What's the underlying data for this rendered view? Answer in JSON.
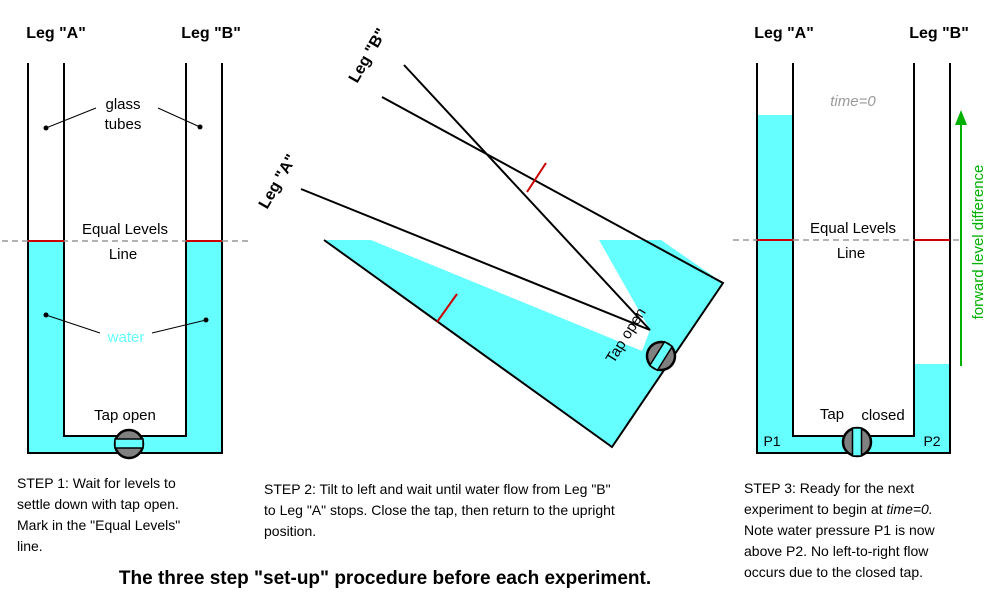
{
  "colors": {
    "water": "#66ffff",
    "tube": "#000000",
    "level_mark": "#cc0000",
    "dashed_line": "#999999",
    "arrow": "#00b000",
    "water_label": "#66ffff",
    "tap_fill": "#808080",
    "tap_bore": "#66ffff",
    "time_label": "#999999"
  },
  "panel1": {
    "leg_a": "Leg \"A\"",
    "leg_b": "Leg \"B\"",
    "glass": "glass",
    "tubes": "tubes",
    "equal_levels": "Equal Levels",
    "line": "Line",
    "water": "water",
    "tap": "Tap open",
    "step_lines": [
      "STEP 1: Wait for levels to",
      "settle down with tap open.",
      "Mark in the \"Equal Levels\"",
      "line."
    ]
  },
  "panel2": {
    "leg_a": "Leg \"A\"",
    "leg_b": "Leg \"B\"",
    "tap": "Tap open",
    "step_lines": [
      "STEP 2: Tilt to left and wait until water flow from Leg \"B\"",
      "to Leg \"A\" stops. Close the tap, then return to the upright",
      "position."
    ]
  },
  "panel3": {
    "leg_a": "Leg \"A\"",
    "leg_b": "Leg \"B\"",
    "time": "time=0",
    "equal_levels": "Equal Levels",
    "line": "Line",
    "tap": "Tap",
    "closed": "closed",
    "p1": "P1",
    "p2": "P2",
    "arrow_label": "forward level difference",
    "step_lines": [
      "STEP 3: Ready for the next",
      "experiment to begin at ",
      "Note water pressure P1 is now",
      "above P2. No left-to-right flow",
      "occurs due to the closed tap."
    ],
    "step_time": "time=0."
  },
  "caption": "The three step \"set-up\" procedure before each experiment."
}
